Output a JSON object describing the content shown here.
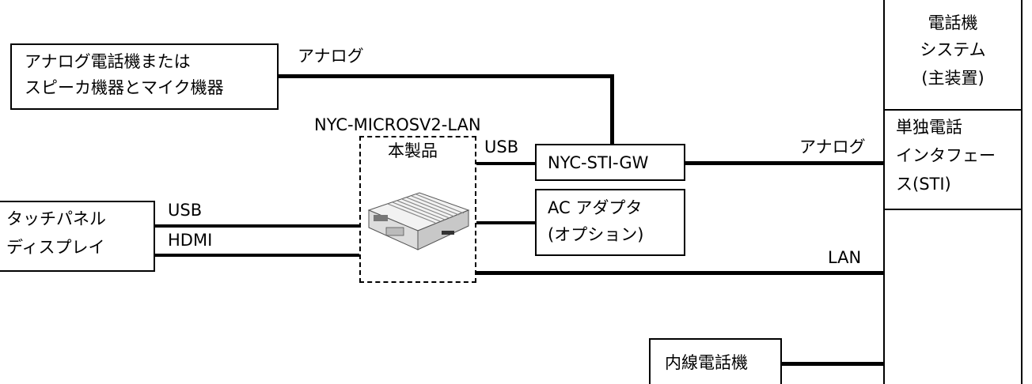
{
  "analog_device": {
    "line1": "アナログ電話機または",
    "line2": "スピーカ機器とマイク機器"
  },
  "analog_label_top": "アナログ",
  "product_model": "NYC-MICROSV2-LAN",
  "product_name": "本製品",
  "usb_label_gw": "USB",
  "gateway": "NYC-STI-GW",
  "analog_label_right": "アナログ",
  "ac_adapter": {
    "line1": "AC アダプタ",
    "line2": "(オプション)"
  },
  "touch_display": {
    "line1": "タッチパネル",
    "line2": "ディスプレイ"
  },
  "usb_label_display": "USB",
  "hdmi_label": "HDMI",
  "lan_label": "LAN",
  "phone_system": {
    "line1": "電話機",
    "line2": "システム",
    "line3": "(主装置)"
  },
  "sti_interface": {
    "line1": "単独電話",
    "line2": "インタフェー",
    "line3": "ス(STI)"
  },
  "extension_phone": "内線電話機"
}
